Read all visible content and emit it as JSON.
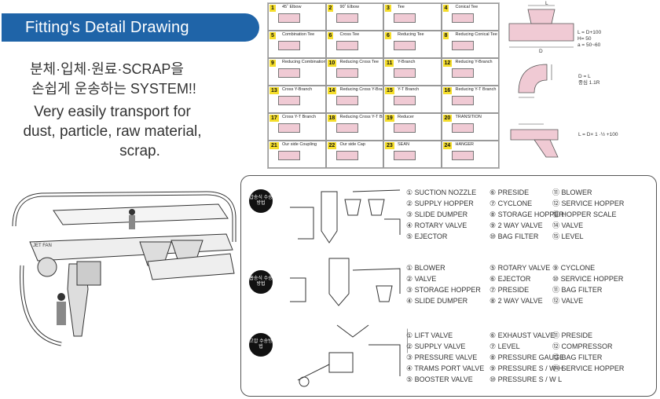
{
  "title": "Fitting's Detail Drawing",
  "korean_lines": [
    "분체·입체·원료·SCRAP을",
    "손쉽게 운송하는 SYSTEM!!"
  ],
  "english_lines": [
    "Very easily transport for",
    "dust, particle, raw material,",
    "scrap."
  ],
  "jet_fan_label": "JET FAN",
  "fittings": [
    {
      "num": "1",
      "label": "45˚ Elbow"
    },
    {
      "num": "2",
      "label": "90˚ Elbow"
    },
    {
      "num": "3",
      "label": "Tee"
    },
    {
      "num": "4",
      "label": "Conical Tee"
    },
    {
      "num": "5",
      "label": "Combination Tee"
    },
    {
      "num": "6",
      "label": "Cross Tee"
    },
    {
      "num": "6",
      "label": "Reducing Tee"
    },
    {
      "num": "8",
      "label": "Reducing Conical Tee"
    },
    {
      "num": "9",
      "label": "Reducing Combination Tee"
    },
    {
      "num": "10",
      "label": "Reducing Cross Tee"
    },
    {
      "num": "11",
      "label": "Y-Branch"
    },
    {
      "num": "12",
      "label": "Reducing Y-Branch"
    },
    {
      "num": "13",
      "label": "Cross Y-Branch"
    },
    {
      "num": "14",
      "label": "Reducing Cross Y-Branch"
    },
    {
      "num": "15",
      "label": "Y-T Branch"
    },
    {
      "num": "16",
      "label": "Reducing Y-T Branch"
    },
    {
      "num": "17",
      "label": "Cross Y-T Branch"
    },
    {
      "num": "18",
      "label": "Reducing Cross Y-T Branch"
    },
    {
      "num": "19",
      "label": "Reducer"
    },
    {
      "num": "20",
      "label": "TRANSITION"
    },
    {
      "num": "21",
      "label": "Our side Coupling"
    },
    {
      "num": "22",
      "label": "Our side Cap"
    },
    {
      "num": "23",
      "label": "SEAN"
    },
    {
      "num": "24",
      "label": "HANGER"
    }
  ],
  "dims": {
    "tee": [
      "L = D+100",
      "H= 50",
      "a = 50~60"
    ],
    "elbow": [
      "D = L",
      "중심 1.1R"
    ],
    "branch": [
      "L = D× 1 ·½ +100"
    ],
    "L": "L",
    "D": "D"
  },
  "systems": [
    {
      "badge": "압송식 수송방법",
      "columns": [
        [
          "① SUCTION NOZZLE",
          "② SUPPLY HOPPER",
          "③ SLIDE DUMPER",
          "④ ROTARY VALVE",
          "⑤ EJECTOR"
        ],
        [
          "⑥ PRESIDE",
          "⑦ CYCLONE",
          "⑧ STORAGE HOPPER",
          "⑨ 2 WAY VALVE",
          "⑩ BAG FILTER"
        ],
        [
          "⑪ BLOWER",
          "⑫ SERVICE HOPPER",
          "⑬ HOPPER SCALE",
          "⑭ VALVE",
          "⑮ LEVEL"
        ]
      ]
    },
    {
      "badge": "흡송식 수송방법",
      "columns": [
        [
          "① BLOWER",
          "② VALVE",
          "③ STORAGE HOPPER",
          "④ SLIDE DUMPER"
        ],
        [
          "⑤ ROTARY VALVE",
          "⑥ EJECTOR",
          "⑦ PRESIDE",
          "⑧ 2 WAY VALVE"
        ],
        [
          "⑨ CYCLONE",
          "⑩ SERVICE HOPPER",
          "⑪ BAG FILTER",
          "⑫ VALVE"
        ]
      ]
    },
    {
      "badge": "고압 수송방법",
      "columns": [
        [
          "① LIFT VALVE",
          "② SUPPLY VALVE",
          "③ PRESSURE VALVE",
          "④ TRAMS PORT VALVE",
          "⑤ BOOSTER VALVE"
        ],
        [
          "⑥ EXHAUST VALVE",
          "⑦ LEVEL",
          "⑧ PRESSURE GAUGE",
          "⑨ PRESSURE S / W H",
          "⑩ PRESSURE S / W L"
        ],
        [
          "⑪ PRESIDE",
          "⑫ COMPRESSOR",
          "⑬ BAG FILTER",
          "⑭ SERVICE HOPPER"
        ]
      ]
    }
  ]
}
